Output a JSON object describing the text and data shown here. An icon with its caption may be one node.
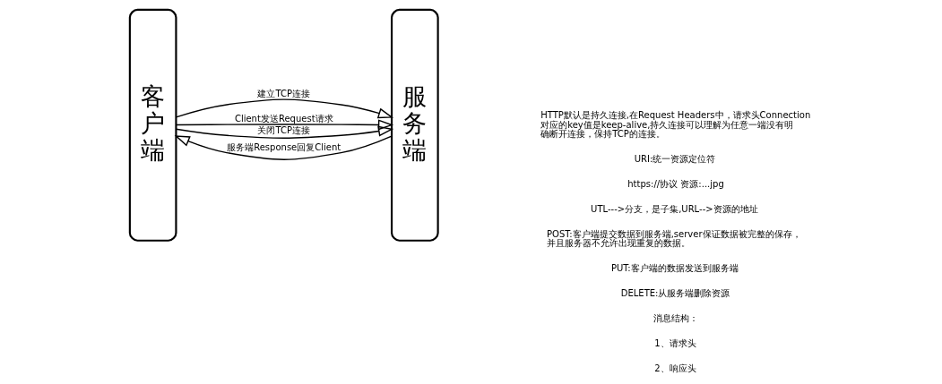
{
  "diagram": {
    "nodes": [
      {
        "text": [
          "客户端"
        ]
      },
      {
        "text": [
          "服务端"
        ]
      }
    ],
    "edges": [
      {
        "from": 0,
        "to": 1,
        "arrow": "to",
        "label": "建立TCP连接"
      },
      {
        "from": 0,
        "to": 1,
        "arrow": "to",
        "label": "Client发送Request请求"
      },
      {
        "from": 1,
        "to": 0,
        "arrow": "to",
        "label": "服务端Response回复Client"
      },
      {
        "from": 0,
        "to": 1,
        "arrow": "to",
        "label": "关闭TCP连接"
      }
    ],
    "labels": [
      "HTTP默认是持久连接,在Request Headers中，请求头Connection对应的key值是keep-alive,持久连接可以理解为任意一端没有明确断开连接，保持TCP的连接。",
      "URI:统一资源定位符",
      "https://协议 资源:...jpg",
      "UTL--->分支，是子集,URL-->资源的地址",
      "POST:客户端提交数据到服务端,server保证数据被完整的保存，并且服务器不允许出现重复的数据。",
      "PUT:客户端的数据发送到服务端",
      "DELETE:从服务端删除资源",
      "消息结构：",
      "1、请求头",
      "2、响应头"
    ]
  }
}
